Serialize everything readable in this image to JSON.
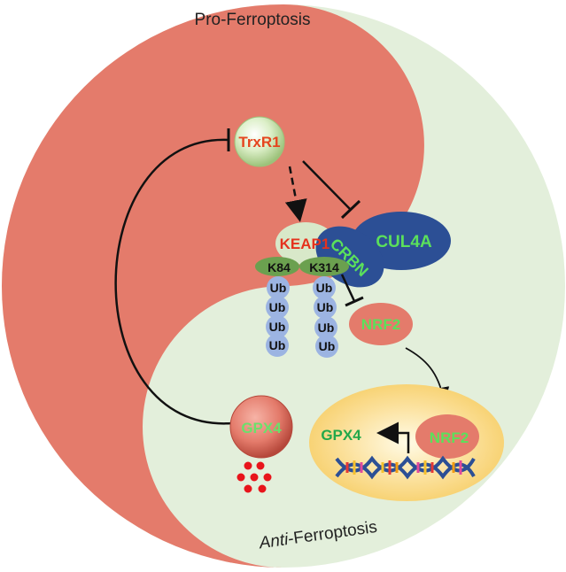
{
  "title_top": "Pro-Ferroptosis",
  "title_bottom_italic": "Anti",
  "title_bottom_rest": "-Ferroptosis",
  "nodes": {
    "trxr1": "TrxR1",
    "keap1": "KEAP1",
    "k84": "K84",
    "k314": "K314",
    "crbn": "CRBN",
    "cul4a": "CUL4A",
    "nrf2": "NRF2",
    "gpx4": "GPX4",
    "nrf2_nucleus": "NRF2",
    "gpx4_gene": "GPX4",
    "ub": "Ub"
  },
  "colors": {
    "pro": "#E47B6B",
    "anti": "#E3EFDB",
    "text_red": "#E5321E",
    "text_green": "#5BE05B",
    "gene_green": "#22A84A",
    "crbn_blue": "#2C4F95",
    "ub_blue": "#9CB4E2"
  }
}
